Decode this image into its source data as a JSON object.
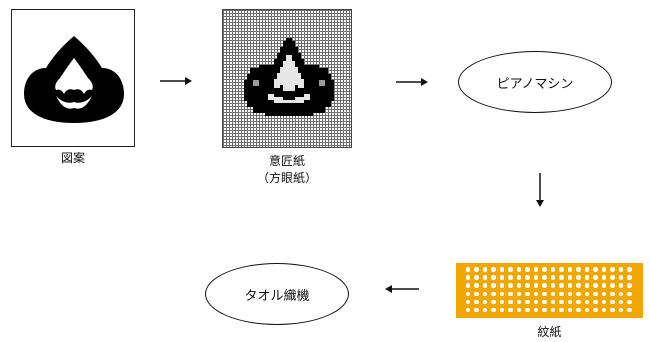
{
  "labels": {
    "design": "図案",
    "grid_paper": "意匠紙",
    "grid_paper_sub": "（方眼紙）",
    "piano_machine": "ピアノマシン",
    "punch_card": "紋紙",
    "loom": "タオル織機"
  },
  "colors": {
    "punch_card": "#f0a800",
    "ink": "#111111"
  },
  "punch_card_holes": {
    "columns": 20,
    "rows": 6
  }
}
